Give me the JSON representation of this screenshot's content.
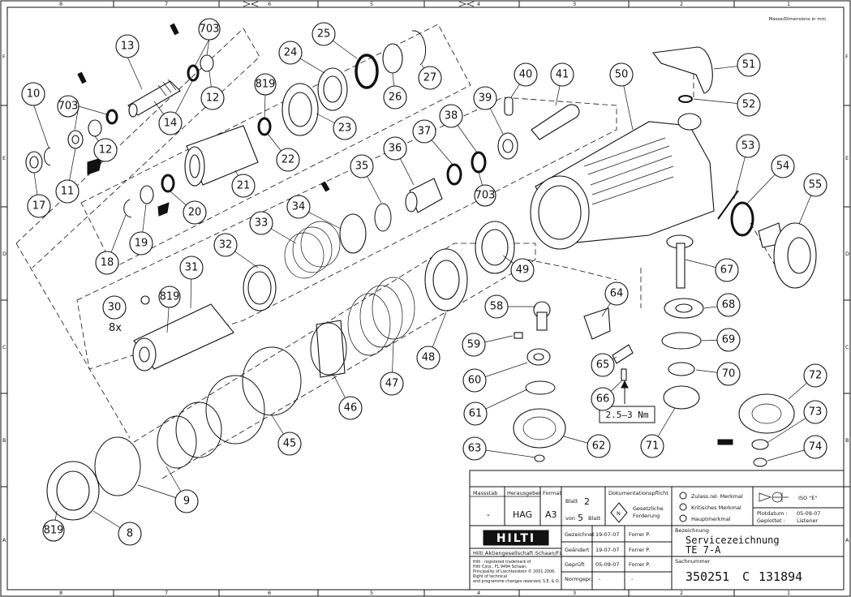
{
  "sheet": {
    "units_note": "Masse/Dimensions in mm",
    "col_labels": [
      "8",
      "7",
      "6",
      "5",
      "4",
      "3",
      "2",
      "1"
    ],
    "row_labels": [
      "F",
      "E",
      "D",
      "C",
      "B",
      "A"
    ]
  },
  "callouts": [
    {
      "num": "10"
    },
    {
      "num": "13"
    },
    {
      "num": "703"
    },
    {
      "num": "703"
    },
    {
      "num": "12"
    },
    {
      "num": "12"
    },
    {
      "num": "14"
    },
    {
      "num": "17"
    },
    {
      "num": "11"
    },
    {
      "num": "819"
    },
    {
      "num": "22"
    },
    {
      "num": "24"
    },
    {
      "num": "25"
    },
    {
      "num": "23"
    },
    {
      "num": "26"
    },
    {
      "num": "27"
    },
    {
      "num": "20"
    },
    {
      "num": "21"
    },
    {
      "num": "19"
    },
    {
      "num": "18"
    },
    {
      "num": "40"
    },
    {
      "num": "41"
    },
    {
      "num": "39"
    },
    {
      "num": "38"
    },
    {
      "num": "37"
    },
    {
      "num": "36"
    },
    {
      "num": "703"
    },
    {
      "num": "35"
    },
    {
      "num": "34"
    },
    {
      "num": "33"
    },
    {
      "num": "32"
    },
    {
      "num": "31"
    },
    {
      "num": "30"
    },
    {
      "num": "819"
    },
    {
      "num": "50"
    },
    {
      "num": "51"
    },
    {
      "num": "52"
    },
    {
      "num": "53"
    },
    {
      "num": "54"
    },
    {
      "num": "55"
    },
    {
      "num": "49"
    },
    {
      "num": "48"
    },
    {
      "num": "47"
    },
    {
      "num": "46"
    },
    {
      "num": "45"
    },
    {
      "num": "58"
    },
    {
      "num": "59"
    },
    {
      "num": "60"
    },
    {
      "num": "61"
    },
    {
      "num": "62"
    },
    {
      "num": "63"
    },
    {
      "num": "64"
    },
    {
      "num": "65"
    },
    {
      "num": "66"
    },
    {
      "num": "67"
    },
    {
      "num": "68"
    },
    {
      "num": "69"
    },
    {
      "num": "70"
    },
    {
      "num": "71"
    },
    {
      "num": "72"
    },
    {
      "num": "73"
    },
    {
      "num": "74"
    },
    {
      "num": "9"
    },
    {
      "num": "8"
    },
    {
      "num": "819"
    }
  ],
  "annotations": {
    "qty_8x": "8x",
    "torque": "2.5–3 Nm"
  },
  "title_block": {
    "massstab_label": "Massstab",
    "massstab_value": "-",
    "herausgeber_label": "Herausgeber",
    "herausgeber_value": "HAG",
    "format_label": "Format",
    "format_value": "A3",
    "blatt_label": "Blatt",
    "blatt_value": "2",
    "von_label": "von",
    "von_value": "5",
    "blatt2_label": "Blatt",
    "dokpflicht_label": "Dokumentationspflicht",
    "dok_n": "N",
    "dok_gesetz": "Gesetzliche",
    "dok_forderung": "Forderung",
    "merkmal_zuss": "Zulass.rel. Merkmal",
    "merkmal_krit": "Kritisches Merkmal",
    "merkmal_haupt": "Hauptmerkmal",
    "iso_label": "ISO \"E\"",
    "plotdatum_label": "Plotdatum :",
    "plotdatum_value": "05-09-07",
    "geplottet_label": "Geplottet :",
    "geplottet_value": "Listener",
    "logo_text": "HILTI",
    "company": "Hilti Aktiengesellschaft Schaan/FL",
    "legal_1": "Hilti : registered trademark of",
    "legal_2": "Hilti Corp., FL 9494 Schaan,",
    "legal_3": "Principality of Liechtenstein © 2001 2006,",
    "legal_4": "Right of technical",
    "legal_5": "and programme changes reserved, S.E. & O.",
    "gezeichnet_label": "Gezeichnet",
    "gezeichnet_date": "19-07-07",
    "gezeichnet_name": "Forrer P.",
    "geaendert_label": "Geändert",
    "geaendert_date": "19-07-07",
    "geaendert_name": "Forrer P.",
    "geprueft_label": "Geprüft",
    "geprueft_date": "05-09-07",
    "geprueft_name": "Forrer P.",
    "normgepr_label": "Normgepr.",
    "normgepr_date": "-",
    "normgepr_name": "-",
    "bezeichnung_label": "Bezeichnung",
    "title_1": "Servicezeichnung",
    "title_2": "TE 7-A",
    "sachnummer_label": "Sachnummer",
    "sachnummer_value": "350251",
    "revision": "C",
    "drawing_no": "131894"
  }
}
